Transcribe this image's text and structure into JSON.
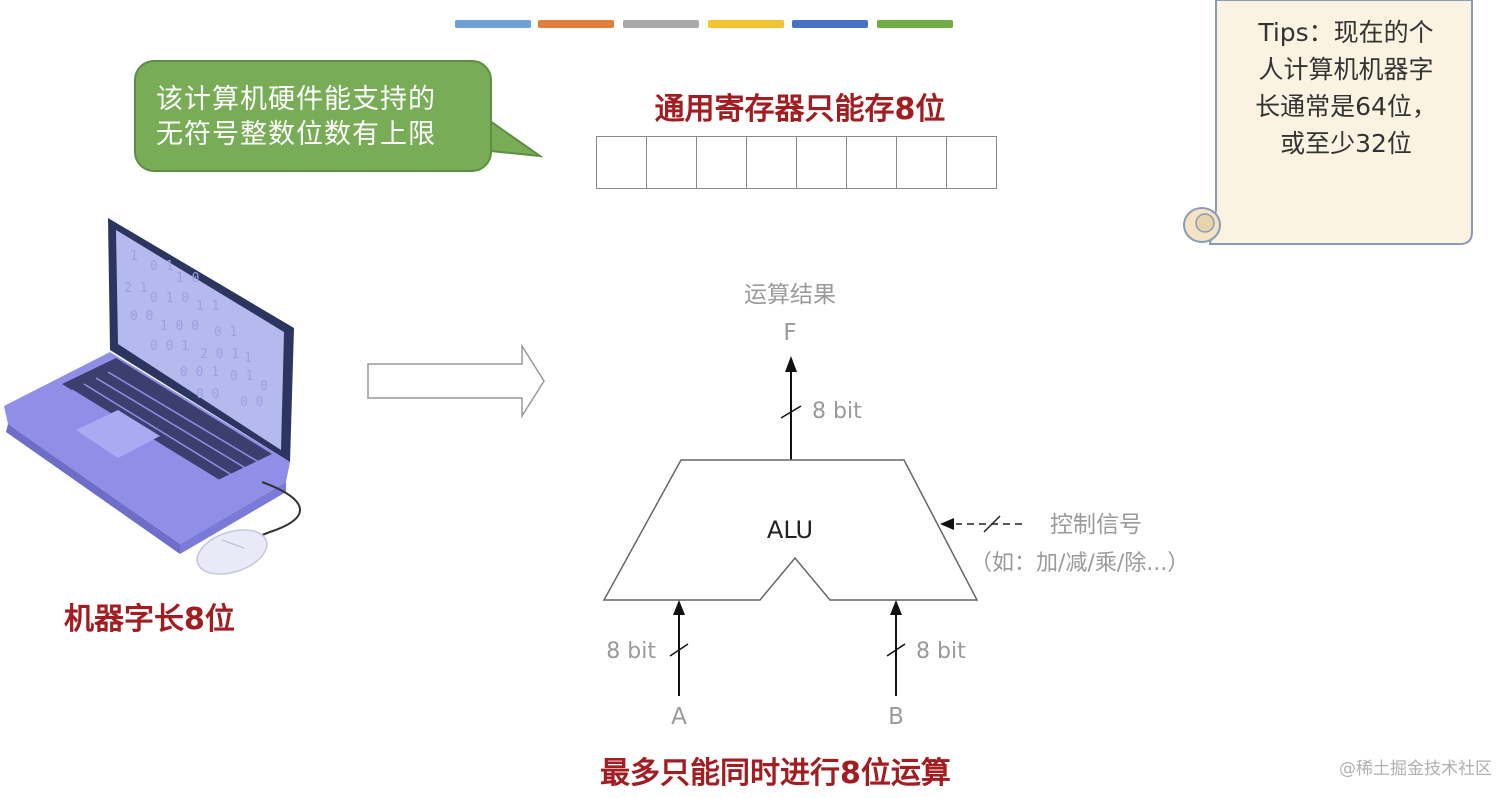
{
  "color_bars": [
    "#6f9fd8",
    "#e07f3b",
    "#a9a9a9",
    "#f1c232",
    "#4472c4",
    "#70ad47"
  ],
  "bubble": {
    "line1": "该计算机硬件能支持的",
    "line2": "无符号整数位数有上限"
  },
  "register": {
    "title": "通用寄存器只能存8位",
    "cells": 8
  },
  "tips": {
    "line1": "Tips：现在的个",
    "line2": "人计算机机器字",
    "line3": "长通常是64位，",
    "line4": "或至少32位"
  },
  "laptop_label": "机器字长8位",
  "alu": {
    "result_label": "运算结果",
    "output_name": "F",
    "output_width": "8 bit",
    "unit_label": "ALU",
    "control_label": "控制信号",
    "control_examples": "（如：加/减/乘/除...）",
    "input_a_name": "A",
    "input_a_width": "8 bit",
    "input_b_name": "B",
    "input_b_width": "8 bit"
  },
  "bottom_caption": "最多只能同时进行8位运算",
  "watermark": "@稀土掘金技术社区",
  "colors": {
    "accent_red": "#a11d21",
    "bubble_green": "#78ac56",
    "laptop_purple": "#8f8fe8",
    "scroll_paper": "#fbf3e2"
  }
}
